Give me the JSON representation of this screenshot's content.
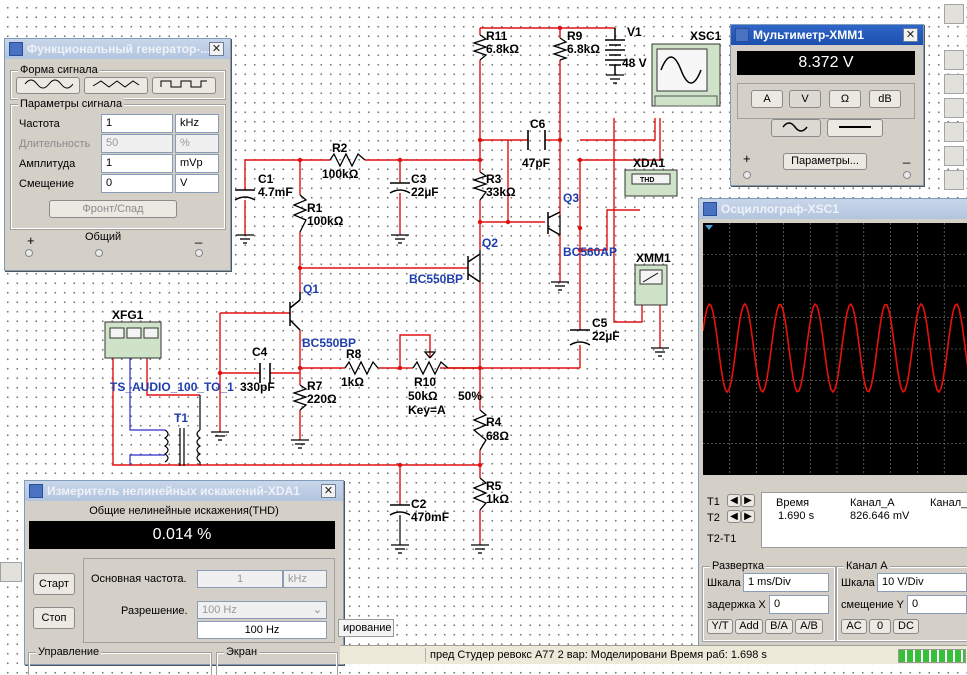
{
  "schematic": {
    "components": {
      "r11": {
        "name": "R11",
        "value": "6.8kΩ"
      },
      "r9": {
        "name": "R9",
        "value": "6.8kΩ"
      },
      "v1": {
        "name": "V1",
        "value": "48 V"
      },
      "xsc1": "XSC1",
      "c6": {
        "name": "C6",
        "value": "47pF"
      },
      "c1": {
        "name": "C1",
        "value": "4.7mF"
      },
      "r2": {
        "name": "R2",
        "value": "100kΩ"
      },
      "c3": {
        "name": "C3",
        "value": "22µF"
      },
      "r3": {
        "name": "R3",
        "value": "33kΩ"
      },
      "xda1": "XDA1",
      "xda1_label": "THD",
      "q3": {
        "name": "Q3",
        "model": "BC560AP"
      },
      "r1": {
        "name": "R1",
        "value": "100kΩ"
      },
      "q2": {
        "name": "Q2",
        "model": "BC550BP"
      },
      "xmm1": "XMM1",
      "q1": {
        "name": "Q1",
        "model": "BC550BP"
      },
      "xfg1": "XFG1",
      "c4": "C4",
      "r8": {
        "name": "R8",
        "value": "1kΩ"
      },
      "c5": {
        "name": "C5",
        "value": "22µF"
      },
      "r10": {
        "name": "R10",
        "value": "50kΩ",
        "key": "Key=A",
        "percent": "50%"
      },
      "transformer": {
        "name": "T1",
        "model": "TS_AUDIO_100_TO_1"
      },
      "c4_value": "330pF",
      "r7": {
        "name": "R7",
        "value": "220Ω"
      },
      "r4": {
        "name": "R4",
        "value": "68Ω"
      },
      "r5": {
        "name": "R5",
        "value": "1kΩ"
      },
      "c2": {
        "name": "C2",
        "value": "470mF"
      }
    }
  },
  "func_gen": {
    "title": "Функциональный генератор-...",
    "waveform_group": "Форма сигнала",
    "params_group": "Параметры сигнала",
    "rows": [
      {
        "label": "Частота",
        "value": "1",
        "unit": "kHz"
      },
      {
        "label": "Длительность",
        "value": "50",
        "unit": "%"
      },
      {
        "label": "Амплитуда",
        "value": "1",
        "unit": "mVp"
      },
      {
        "label": "Смещение",
        "value": "0",
        "unit": "V"
      }
    ],
    "edge_button": "Фронт/Спад",
    "plus": "+",
    "common": "Общий",
    "minus": "_"
  },
  "multimeter": {
    "title": "Мультиметр-XMM1",
    "reading": "8.372 V",
    "modes": [
      "A",
      "V",
      "Ω",
      "dB"
    ],
    "params_button": "Параметры...",
    "plus": "+",
    "minus": "_"
  },
  "oscilloscope": {
    "title": "Осциллограф-XSC1",
    "t1": "T1",
    "t2": "T2",
    "t2t1": "T2-T1",
    "cols": [
      "Время",
      "Канал_A",
      "Канал_"
    ],
    "row_time": "1.690 s",
    "row_ch_a": "826.646 mV",
    "sweep_group": "Развертка",
    "scale_label": "Шкала",
    "sweep_scale": "1 ms/Div",
    "delay_label": "задержка X",
    "delay_value": "0",
    "channel_group": "Канал А",
    "ch_scale": "10  V/Div",
    "offset_label": "смещение Y",
    "offset_value": "0",
    "sweep_buttons": [
      "Y/T",
      "Add",
      "B/A",
      "A/B"
    ],
    "ch_buttons": [
      "AC",
      "0",
      "DC"
    ],
    "wave_color": "#e8120c"
  },
  "distortion": {
    "title": "Измеритель нелинейных искажений-XDA1",
    "header": "Общие нелинейные искажения(THD)",
    "reading": "0.014 %",
    "start": "Старт",
    "stop": "Стоп",
    "fund_label": "Основная частота.",
    "fund_value": "1",
    "fund_unit": "kHz",
    "res_label": "Разрешение.",
    "res_select": "100 Hz",
    "res_value": "100 Hz",
    "control_group": "Управление",
    "screen_group": "Экран"
  },
  "status": {
    "tab_label": "ирование",
    "message": "пред Студер ревокс А77 2 вар: Моделировани Время раб: 1.698 s"
  }
}
